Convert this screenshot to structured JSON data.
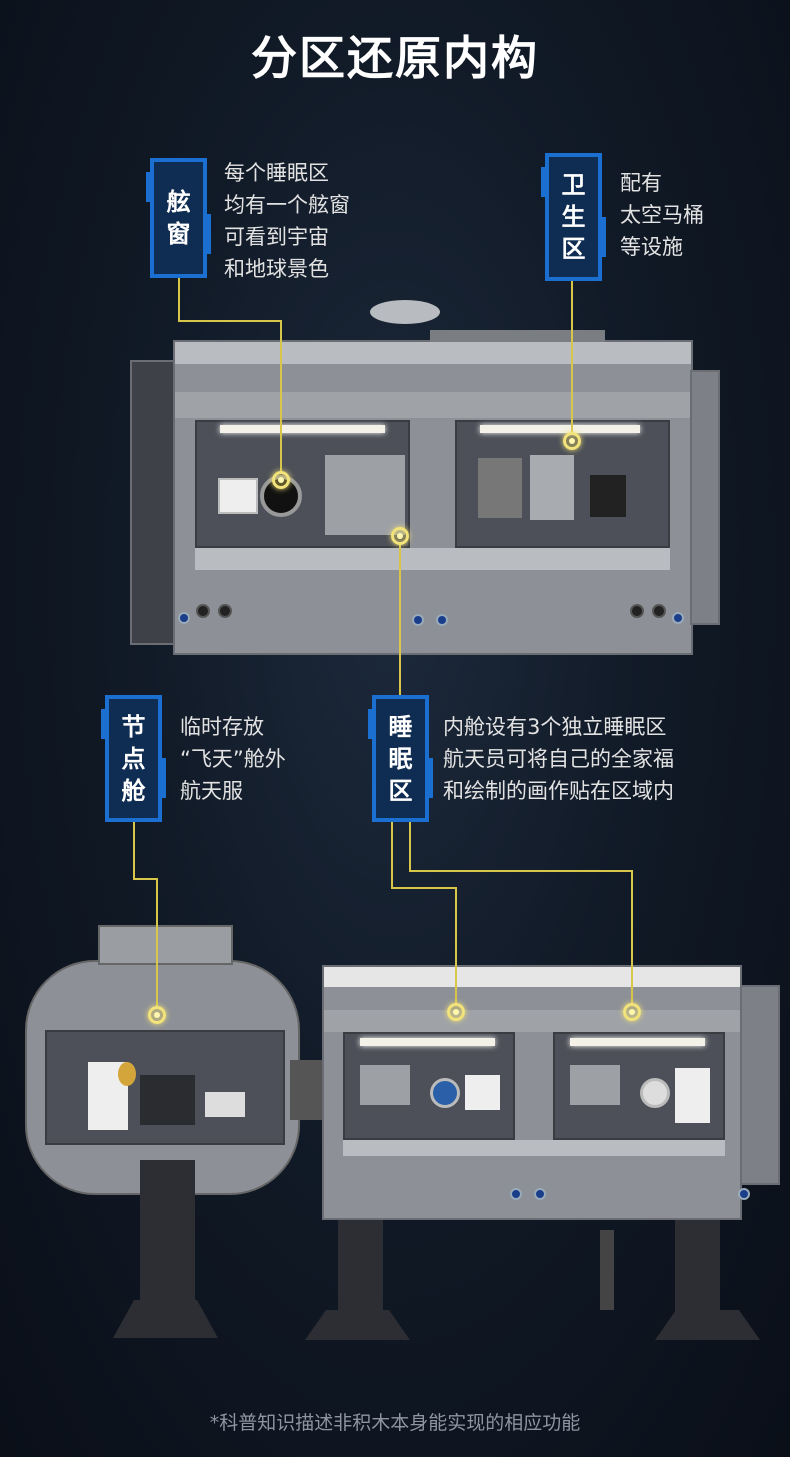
{
  "title": "分区还原内构",
  "callouts": {
    "window": {
      "tag": [
        "舷",
        "窗"
      ],
      "lines": [
        "每个睡眠区",
        "均有一个舷窗",
        "可看到宇宙",
        "和地球景色"
      ]
    },
    "hygiene": {
      "tag": [
        "卫",
        "生",
        "区"
      ],
      "lines": [
        "配有",
        "太空马桶",
        "等设施"
      ]
    },
    "node": {
      "tag": [
        "节",
        "点",
        "舱"
      ],
      "lines": [
        "临时存放",
        "“飞天”舱外",
        "航天服"
      ]
    },
    "sleep": {
      "tag": [
        "睡",
        "眠",
        "区"
      ],
      "lines": [
        "内舱设有3个独立睡眠区",
        "航天员可将自己的全家福",
        "和绘制的画作贴在区域内"
      ]
    }
  },
  "footnote": "*科普知识描述非积木本身能实现的相应功能",
  "colors": {
    "accent": "#1a6fd0",
    "line": "#d8c64a"
  }
}
